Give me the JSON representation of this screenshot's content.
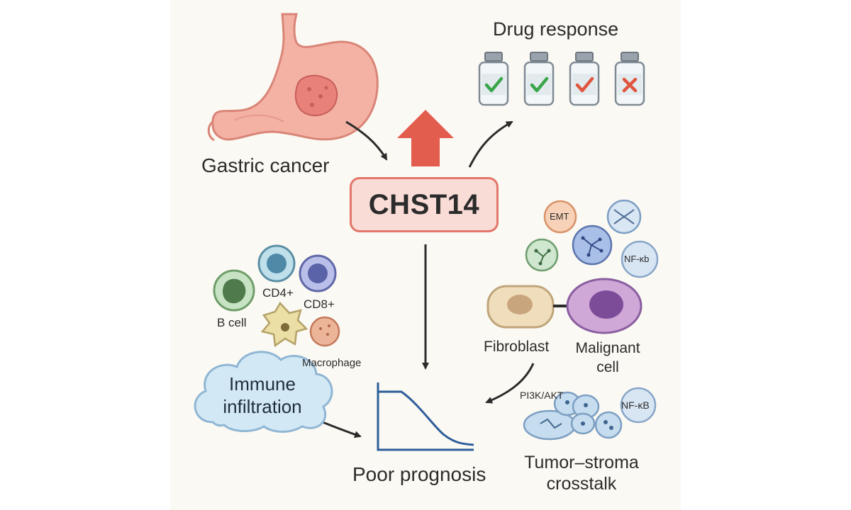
{
  "title": "Drug response",
  "central_gene": "CHST14",
  "labels": {
    "gastric_cancer": "Gastric cancer",
    "immune_infiltration_line1": "Immune",
    "immune_infiltration_line2": "infiltration",
    "poor_prognosis": "Poor prognosis",
    "fibroblast": "Fibroblast",
    "malignant_line1": "Malignant",
    "malignant_line2": "cell",
    "crosstalk_line1": "Tumor–stroma",
    "crosstalk_line2": "crosstalk"
  },
  "immune_cells": {
    "cd4": "CD4+",
    "cd8": "CD8+",
    "b_cell": "B cell",
    "macrophage": "Macrophage"
  },
  "pathways": {
    "emt": "EMT",
    "nfkb_top": "NF-κb",
    "pi3k": "PI3K/AKT",
    "nfkb_bottom": "NF-κB"
  },
  "drug_vials": [
    {
      "result": "check",
      "mark_color": "#3aa64a"
    },
    {
      "result": "check",
      "mark_color": "#3aa64a"
    },
    {
      "result": "check",
      "mark_color": "#e0553f"
    },
    {
      "result": "cross",
      "mark_color": "#e0553f"
    }
  ],
  "colors": {
    "up_arrow": "#e35d4f",
    "chst_fill": "#f9dcd5",
    "chst_border": "#e2766b",
    "curve": "#2d5d9a",
    "cloud": "#d3e8f5"
  }
}
